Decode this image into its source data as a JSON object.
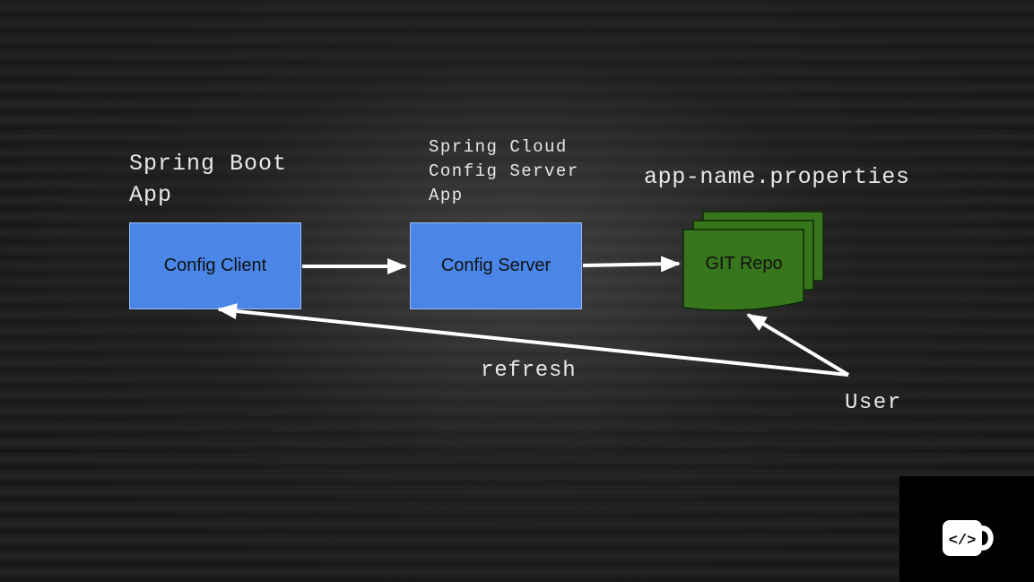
{
  "labels": {
    "spring_boot_app": [
      "Spring Boot",
      "App"
    ],
    "spring_cloud_config_server_app": [
      "Spring Cloud",
      "Config Server",
      "App"
    ],
    "app_properties": "app-name.properties",
    "refresh": "refresh",
    "user": "User"
  },
  "boxes": {
    "config_client": "Config Client",
    "config_server": "Config Server",
    "git_repo": "GIT Repo"
  },
  "colors": {
    "box_blue": "#4a86e8",
    "repo_green": "#38761d",
    "arrow": "#ffffff"
  },
  "logo": {
    "icon": "code-cup-icon",
    "text": "</>"
  }
}
